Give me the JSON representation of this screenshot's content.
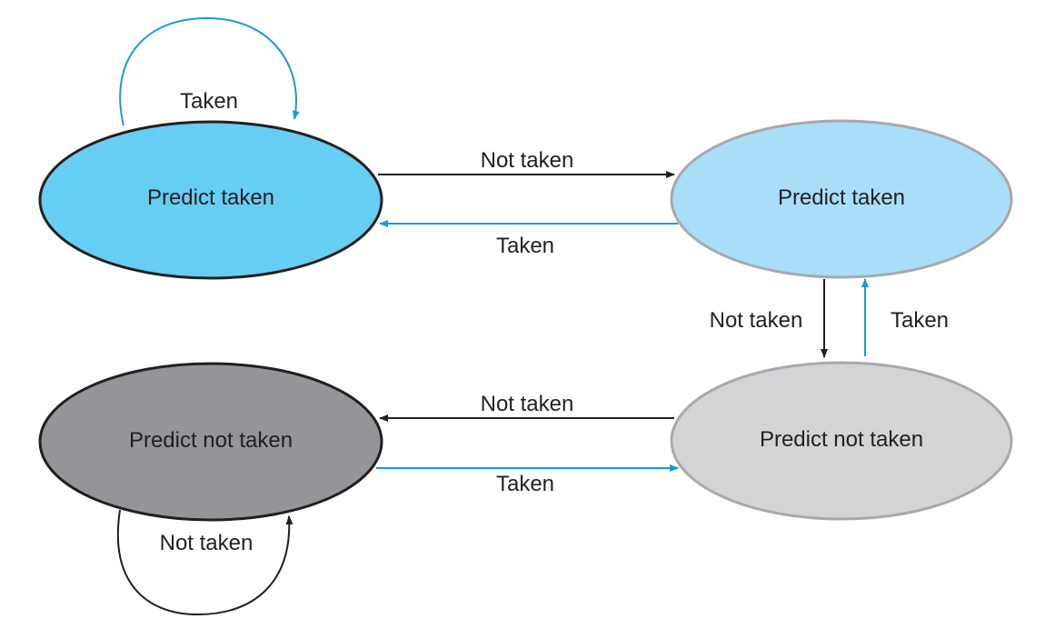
{
  "colors": {
    "taken_edge": "#1a9ad6",
    "not_taken_edge": "#231f20",
    "strong_taken_fill": "#66cdf3",
    "weak_taken_fill": "#a9def8",
    "weak_not_taken_fill": "#d3d4d6",
    "strong_not_taken_fill": "#939598"
  },
  "states": {
    "strong_taken": {
      "label": "Predict taken"
    },
    "weak_taken": {
      "label": "Predict taken"
    },
    "weak_not_taken": {
      "label": "Predict not taken"
    },
    "strong_not_taken": {
      "label": "Predict not taken"
    }
  },
  "transitions": {
    "strong_taken_self": {
      "label": "Taken"
    },
    "strong_taken_to_weak_taken": {
      "label": "Not taken"
    },
    "weak_taken_to_strong_taken": {
      "label": "Taken"
    },
    "weak_taken_to_weak_not_taken": {
      "label": "Not taken"
    },
    "weak_not_taken_to_weak_taken": {
      "label": "Taken"
    },
    "weak_not_taken_to_strong_not_taken": {
      "label": "Not taken"
    },
    "strong_not_taken_to_weak_not_taken": {
      "label": "Taken"
    },
    "strong_not_taken_self": {
      "label": "Not taken"
    }
  }
}
